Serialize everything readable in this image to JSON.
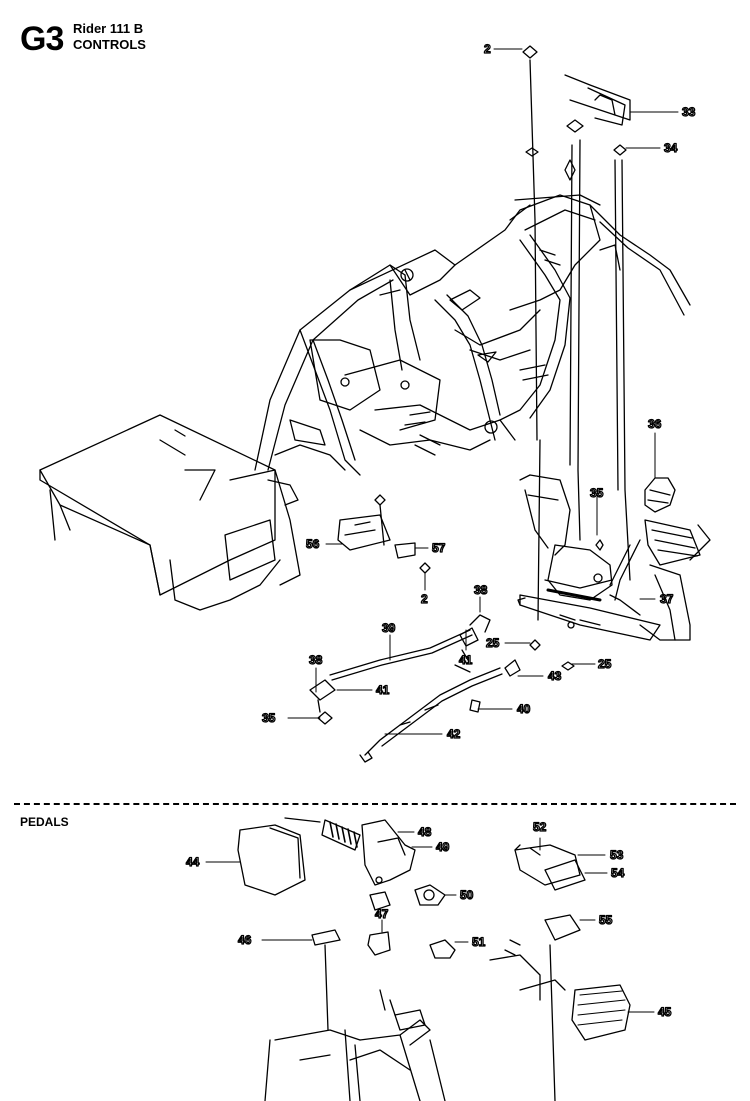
{
  "header": {
    "code": "G3",
    "model": "Rider 111 B",
    "section": "CONTROLS"
  },
  "lower_section": {
    "title": "PEDALS"
  },
  "callouts": [
    {
      "id": "c2a",
      "label": "2"
    },
    {
      "id": "c33",
      "label": "33"
    },
    {
      "id": "c34",
      "label": "34"
    },
    {
      "id": "c36",
      "label": "36"
    },
    {
      "id": "c35a",
      "label": "35"
    },
    {
      "id": "c56",
      "label": "56"
    },
    {
      "id": "c57",
      "label": "57"
    },
    {
      "id": "c2b",
      "label": "2"
    },
    {
      "id": "c38a",
      "label": "38"
    },
    {
      "id": "c37",
      "label": "37"
    },
    {
      "id": "c39",
      "label": "39"
    },
    {
      "id": "c25a",
      "label": "25"
    },
    {
      "id": "c41a",
      "label": "41"
    },
    {
      "id": "c25b",
      "label": "25"
    },
    {
      "id": "c38b",
      "label": "38"
    },
    {
      "id": "c43",
      "label": "43"
    },
    {
      "id": "c41b",
      "label": "41"
    },
    {
      "id": "c40",
      "label": "40"
    },
    {
      "id": "c35b",
      "label": "35"
    },
    {
      "id": "c42",
      "label": "42"
    },
    {
      "id": "c48",
      "label": "48"
    },
    {
      "id": "c52",
      "label": "52"
    },
    {
      "id": "c49",
      "label": "49"
    },
    {
      "id": "c53",
      "label": "53"
    },
    {
      "id": "c44",
      "label": "44"
    },
    {
      "id": "c54",
      "label": "54"
    },
    {
      "id": "c50",
      "label": "50"
    },
    {
      "id": "c47",
      "label": "47"
    },
    {
      "id": "c55",
      "label": "55"
    },
    {
      "id": "c46",
      "label": "46"
    },
    {
      "id": "c51",
      "label": "51"
    },
    {
      "id": "c45",
      "label": "45"
    }
  ]
}
